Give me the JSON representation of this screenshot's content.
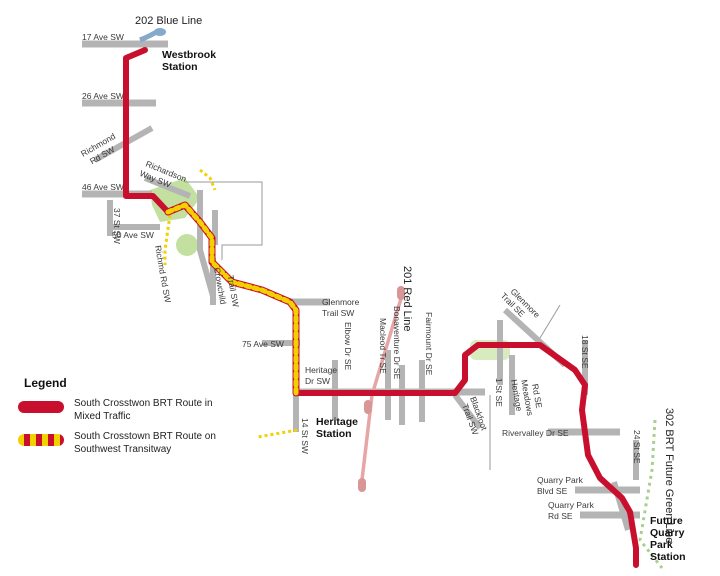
{
  "lines": {
    "blue": "202 Blue Line",
    "red": "201 Red Line",
    "green": "302 BRT Future Green Line"
  },
  "stations": {
    "westbrook": [
      "Westbrook",
      "Station"
    ],
    "heritage": [
      "Heritage",
      "Station"
    ],
    "quarry": [
      "Future",
      "Quarry",
      "Park",
      "Station"
    ]
  },
  "streets": {
    "ave17": "17 Ave SW",
    "ave26": "26 Ave SW",
    "richmond_rd": [
      "Richmond",
      "Rd SW"
    ],
    "richardson": [
      "Richardson",
      "Way SW"
    ],
    "ave46": "46 Ave SW",
    "st37": "37 St SW",
    "ave50": "50 Ave SW",
    "richmond_rd_vert": "Richmd Rd SW",
    "crowchild": [
      "Crowchild",
      "Trail SW"
    ],
    "glenmore_sw": [
      "Glenmore",
      "Trail SW"
    ],
    "ave75": "75 Ave SW",
    "heritage_dr": [
      "Heritage",
      "Dr SW"
    ],
    "st14": "14 St SW",
    "elbow": "Elbow Dr SE",
    "bonaventure": "Bonaventure Dr SE",
    "macleod": "Macleod Tr SE",
    "fairmount": "Fairmount Dr SE",
    "glenmore_se": [
      "Glenmore",
      "Trail SE"
    ],
    "st1": "1 St SE",
    "heritage_meadows": [
      "Heritage",
      "Meadows",
      "Rd SE"
    ],
    "blackfoot": [
      "Blackfoot",
      "Trail SW"
    ],
    "st18": "18 St SE",
    "rivervalley": "Rivervalley Dr SE",
    "st24": "24 St SE",
    "quarry_blvd": [
      "Quarry Park",
      "Blvd SE"
    ],
    "quarry_rd": [
      "Quarry Park",
      "Rd SE"
    ]
  },
  "legend": {
    "title": "Legend",
    "items": [
      {
        "style": "solid",
        "color": "#c8102e",
        "label": "South Crosstwon BRT Route in Mixed Traffic"
      },
      {
        "style": "dashed",
        "colors": [
          "#f2d100",
          "#c8102e"
        ],
        "label": "South Crosstown BRT Route on Southwest Transitway"
      }
    ]
  },
  "colors": {
    "route": "#c8102e",
    "transitway_dash": "#f2d100",
    "road": "#b0b0b0",
    "road_dark": "#8c8c8c",
    "park": "#b5d98a",
    "blue_line": "#7fa6c9",
    "red_line": "#e8a0a0",
    "green_line": "#a8d08d"
  }
}
